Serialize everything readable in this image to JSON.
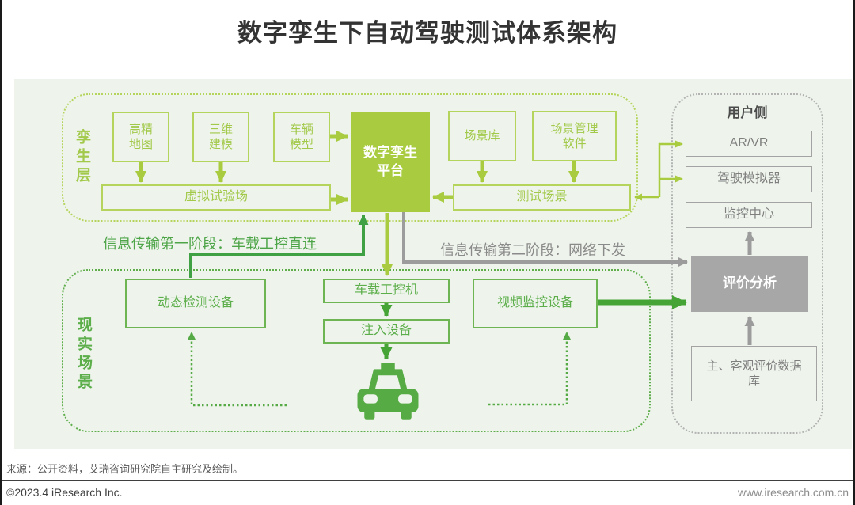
{
  "title": "数字孪生下自动驾驶测试体系架构",
  "colors": {
    "light-green": "#a8cb3f",
    "light-green-border": "#b5d45c",
    "light-green-text": "#a2c94a",
    "mid-green": "#4ea548",
    "green-arrow": "#46a436",
    "green-border": "#6db553",
    "green-text": "#5cae4a",
    "green-dot": "#5fae4b",
    "gray-line": "#9c9c9c",
    "gray-fill": "#a7a7a7",
    "gray-border": "#a3a3a3",
    "gray-text": "#7f7f7f",
    "panel-bg": "#eef4ec"
  },
  "twin_layer": {
    "label": "孪生层",
    "boxes": {
      "hd_map": "高精\n地图",
      "modeling_3d": "三维\n建模",
      "vehicle_model": "车辆\n模型",
      "platform": "数字孪生\n平台",
      "scenario_library": "场景库",
      "scenario_mgmt": "场景管理\n软件",
      "virtual_ground": "虚拟试验场",
      "test_scenario": "测试场景"
    }
  },
  "user_side": {
    "label": "用户侧",
    "items": [
      "AR/VR",
      "驾驶模拟器",
      "监控中心"
    ],
    "evaluation": "评价分析",
    "database": "主、客观评价数据\n库"
  },
  "real_layer": {
    "label": "现实场景",
    "boxes": {
      "dynamic_detection": "动态检测设备",
      "onboard_ipc": "车载工控机",
      "injection": "注入设备",
      "video_monitor": "视频监控设备"
    }
  },
  "annotations": {
    "stage1": "信息传输第一阶段：车载工控直连",
    "stage2": "信息传输第二阶段：网络下发"
  },
  "footer": {
    "source": "来源：公开资料，艾瑞咨询研究院自主研究及绘制。",
    "copyright": "©2023.4 iResearch Inc.",
    "website": "www.iresearch.com.cn"
  }
}
